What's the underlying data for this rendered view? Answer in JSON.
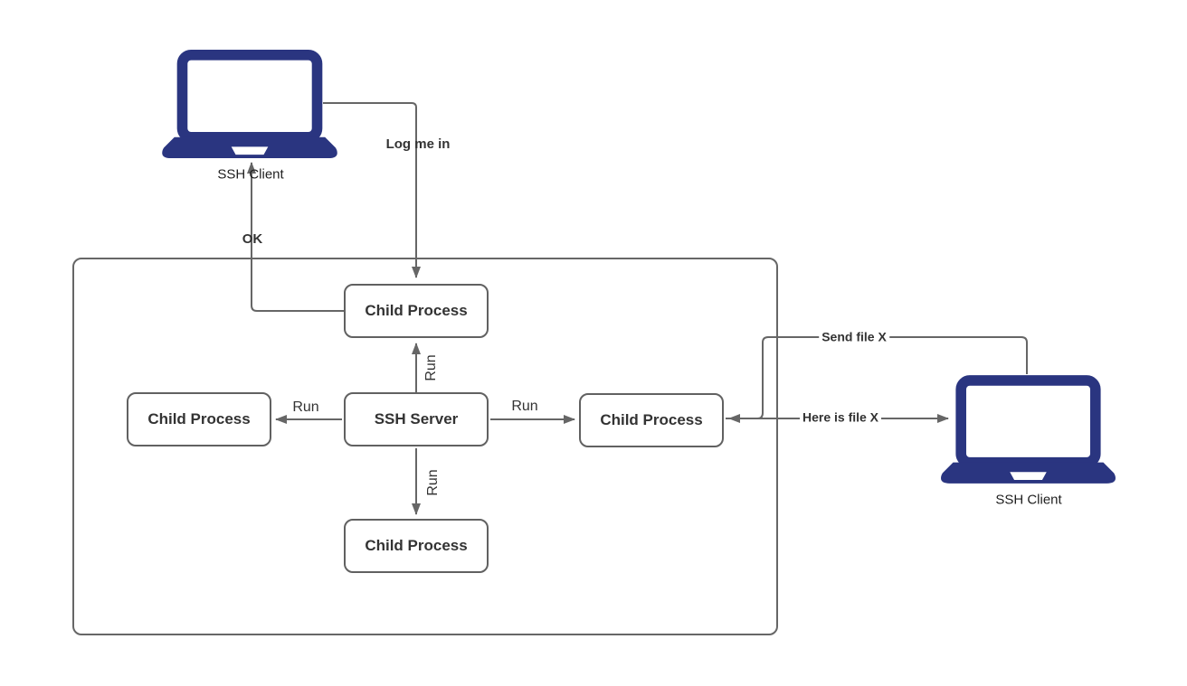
{
  "boxes": {
    "child_top": {
      "label": "Child Process"
    },
    "child_left": {
      "label": "Child Process"
    },
    "server": {
      "label": "SSH Server"
    },
    "child_right": {
      "label": "Child Process"
    },
    "child_bottom": {
      "label": "Child Process"
    }
  },
  "clients": {
    "left": {
      "label": "SSH Client"
    },
    "right": {
      "label": "SSH Client"
    }
  },
  "edges": {
    "log_me_in": {
      "label": "Log me in"
    },
    "ok": {
      "label": "OK"
    },
    "run_top": {
      "label": "Run"
    },
    "run_left": {
      "label": "Run"
    },
    "run_right": {
      "label": "Run"
    },
    "run_bottom": {
      "label": "Run"
    },
    "send_file": {
      "label": "Send file X"
    },
    "here_is_file": {
      "label": "Here is file X"
    }
  },
  "colors": {
    "laptop_fill": "#2A3580",
    "connector": "#666666",
    "box_border": "#616161",
    "label_text": "#333333",
    "background": "#FFFFFF"
  }
}
